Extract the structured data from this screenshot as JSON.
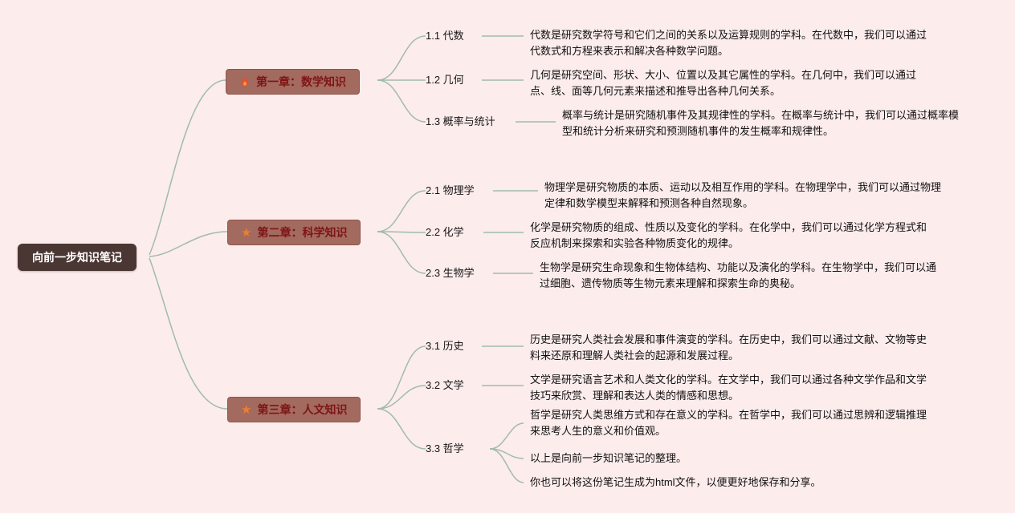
{
  "root": {
    "label": "向前一步知识笔记"
  },
  "icons": {
    "star_glyph": "★"
  },
  "colors": {
    "background": "#fdecec",
    "connector": "#9fbcab",
    "root_node_bg": "#4a3733",
    "root_node_text": "#ffffff",
    "chapter_node_bg": "#a36a60",
    "chapter_node_text": "#7e1515",
    "flame_icon": "#e4502e",
    "star_icon": "#ed7d31"
  },
  "chapters": [
    {
      "icon": "flame-icon",
      "label": "第一章：数学知识",
      "topics": [
        {
          "label": "1.1 代数",
          "desc": "代数是研究数学符号和它们之间的关系以及运算规则的学科。在代数中，我们可以通过代数式和方程来表示和解决各种数学问题。"
        },
        {
          "label": "1.2 几何",
          "desc": "几何是研究空间、形状、大小、位置以及其它属性的学科。在几何中，我们可以通过点、线、面等几何元素来描述和推导出各种几何关系。"
        },
        {
          "label": "1.3 概率与统计",
          "desc": "概率与统计是研究随机事件及其规律性的学科。在概率与统计中，我们可以通过概率模型和统计分析来研究和预测随机事件的发生概率和规律性。"
        }
      ]
    },
    {
      "icon": "star-icon",
      "label": "第二章：科学知识",
      "topics": [
        {
          "label": "2.1 物理学",
          "desc": "物理学是研究物质的本质、运动以及相互作用的学科。在物理学中，我们可以通过物理定律和数学模型来解释和预测各种自然现象。"
        },
        {
          "label": "2.2 化学",
          "desc": "化学是研究物质的组成、性质以及变化的学科。在化学中，我们可以通过化学方程式和反应机制来探索和实验各种物质变化的规律。"
        },
        {
          "label": "2.3 生物学",
          "desc": "生物学是研究生命现象和生物体结构、功能以及演化的学科。在生物学中，我们可以通过细胞、遗传物质等生物元素来理解和探索生命的奥秘。"
        }
      ]
    },
    {
      "icon": "star-icon",
      "label": "第三章：人文知识",
      "topics": [
        {
          "label": "3.1 历史",
          "desc": "历史是研究人类社会发展和事件演变的学科。在历史中，我们可以通过文献、文物等史料来还原和理解人类社会的起源和发展过程。"
        },
        {
          "label": "3.2 文学",
          "desc": "文学是研究语言艺术和人类文化的学科。在文学中，我们可以通过各种文学作品和文学技巧来欣赏、理解和表达人类的情感和思想。"
        },
        {
          "label": "3.3 哲学",
          "desc": "哲学是研究人类思维方式和存在意义的学科。在哲学中，我们可以通过思辨和逻辑推理来思考人生的意义和价值观。"
        }
      ]
    }
  ],
  "notes": [
    "以上是向前一步知识笔记的整理。",
    "你也可以将这份笔记生成为html文件，以便更好地保存和分享。"
  ]
}
